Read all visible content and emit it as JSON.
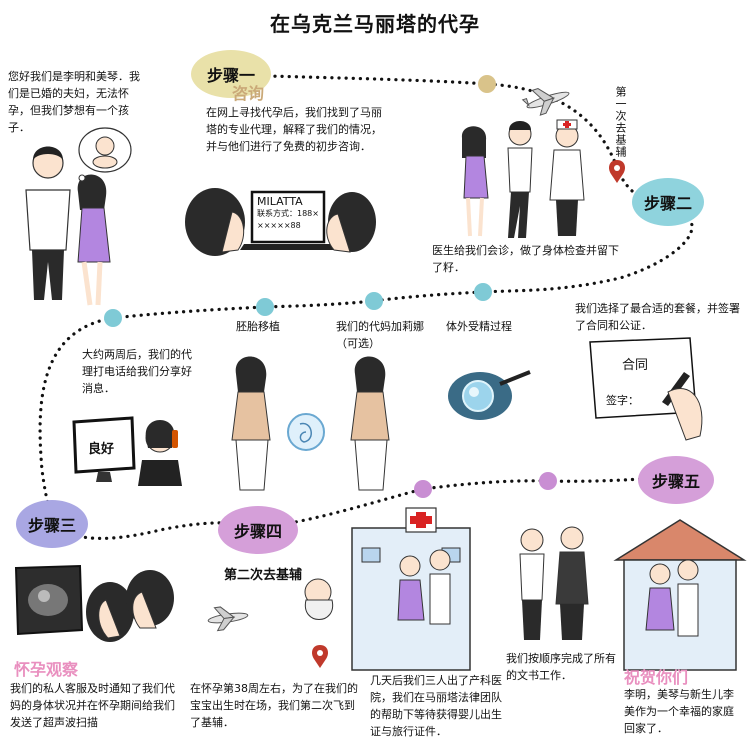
{
  "title": "在乌克兰马丽塔的代孕",
  "colors": {
    "step1": "#e9e1a9",
    "step2": "#8fd3dd",
    "step3": "#a9a7e3",
    "step4": "#d59fd9",
    "step5": "#d59fd9",
    "dot_gold": "#d9c38a",
    "dot_teal": "#7fcad6",
    "dot_pink": "#c98ed3",
    "caption_gold": "#caa978",
    "caption_pink": "#e98fbf",
    "hospital_cross": "#d92323"
  },
  "steps": {
    "s1": "步骤一",
    "s2": "步骤二",
    "s3": "步骤三",
    "s4": "步骤四",
    "s5": "步骤五"
  },
  "intro": "您好我们是李明和美琴．我们是已婚的夫妇，无法怀孕，但我们梦想有一个孩子．",
  "consult": {
    "caption": "咨询",
    "text": "在网上寻找代孕后，我们找到了马丽塔的专业代理，解释了我们的情况，并与他们进行了免费的初步咨询．",
    "laptop_brand": "MILATTA",
    "laptop_contact": "联系方式：188×",
    "laptop_number": "×××××88"
  },
  "trip1": "第一次去基辅",
  "exam": "医生给我们会诊，做了身体检查并留下了籽．",
  "contract": {
    "text": "我们选择了最合适的套餐，并签署了合同和公证．",
    "doc_title": "合同",
    "sign_label": "签字："
  },
  "ivf": "体外受精过程",
  "surrogate": "我们的代妈加莉娜（可选）",
  "transfer": "胚胎移植",
  "news": {
    "text": "大约两周后，我们的代理打电话给我们分享好消息．",
    "screen": "良好"
  },
  "pregnancy": {
    "caption": "怀孕观察",
    "text": "我们的私人客服及时通知了我们代妈的身体状况并在怀孕期间给我们发送了超声波扫描"
  },
  "trip2": {
    "heading": "第二次去基辅",
    "text": "在怀孕第38周左右，为了在我们的宝宝出生时在场，我们第二次飞到了基辅．"
  },
  "birth": "几天后我们三人出了产科医院，我们在马丽塔法律团队的帮助下等待获得婴儿出生证与旅行证件．",
  "docs": "我们按顺序完成了所有的文书工作．",
  "celebrate": {
    "caption": "祝贺你们",
    "text": "李明，美琴与新生儿李美作为一个幸福的家庭回家了．"
  }
}
